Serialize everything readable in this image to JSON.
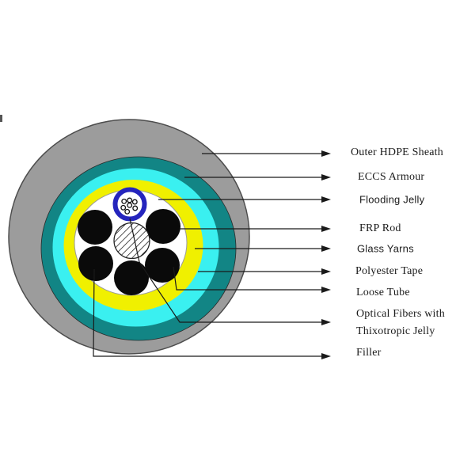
{
  "figure": {
    "type": "fiber-optic-cable-cross-section-diagram",
    "labels": [
      {
        "id": "outer-hdpe-sheath",
        "text": "Outer HDPE Sheath"
      },
      {
        "id": "eccs-armour",
        "text": "ECCS Armour"
      },
      {
        "id": "flooding-jelly",
        "text": "Flooding Jelly"
      },
      {
        "id": "frp-rod",
        "text": "FRP Rod"
      },
      {
        "id": "glass-yarns",
        "text": "Glass Yarns"
      },
      {
        "id": "polyester-tape",
        "text": "Polyester Tape"
      },
      {
        "id": "loose-tube",
        "text": "Loose Tube"
      },
      {
        "id": "optical-fibers",
        "text": "Optical Fibers with",
        "text2": "Thixotropic Jelly"
      },
      {
        "id": "filler",
        "text": "Filler"
      }
    ],
    "colors": {
      "sheath_gray": "#9c9c9c",
      "sheath_edge": "#4d4d4d",
      "armour_teal": "#128585",
      "armour_edge": "#2a2a2a",
      "jelly_cyan": "#3af0f0",
      "tape_yellow": "#f0f000",
      "core_white": "#ffffff",
      "core_edge": "#9a9a9a",
      "tube_blue": "#2525bd",
      "filler_black": "#0a0a0a",
      "rod_edge": "#222222",
      "line_black": "#1a1a1a"
    },
    "counts": {
      "filler_tubes": 5,
      "optical_fibers": 7
    }
  }
}
